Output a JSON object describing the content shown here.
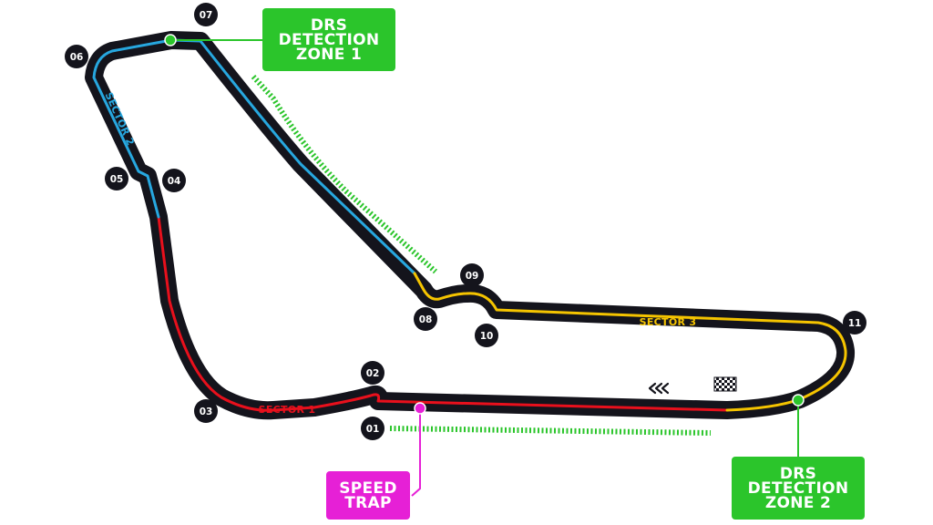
{
  "colors": {
    "track": "#14141c",
    "sector1": "#e8101c",
    "sector2": "#27a7df",
    "sector3": "#f5c400",
    "drs": "#2bc52b",
    "speed_trap": "#e620d6",
    "turn_badge": "#14141c"
  },
  "callouts": {
    "drs_detection_1": "DRS\nDETECTION\nZONE 1",
    "drs_detection_2": "DRS\nDETECTION\nZONE 2",
    "speed_trap": "SPEED\nTRAP"
  },
  "sectors": {
    "sector1": "SECTOR 1",
    "sector2": "SECTOR 2",
    "sector3": "SECTOR 3"
  },
  "turns": {
    "t01": "01",
    "t02": "02",
    "t03": "03",
    "t04": "04",
    "t05": "05",
    "t06": "06",
    "t07": "07",
    "t08": "08",
    "t09": "09",
    "t10": "10",
    "t11": "11"
  },
  "icons": {
    "direction": "chevrons-left-icon",
    "finish": "checkered-flag-icon"
  }
}
